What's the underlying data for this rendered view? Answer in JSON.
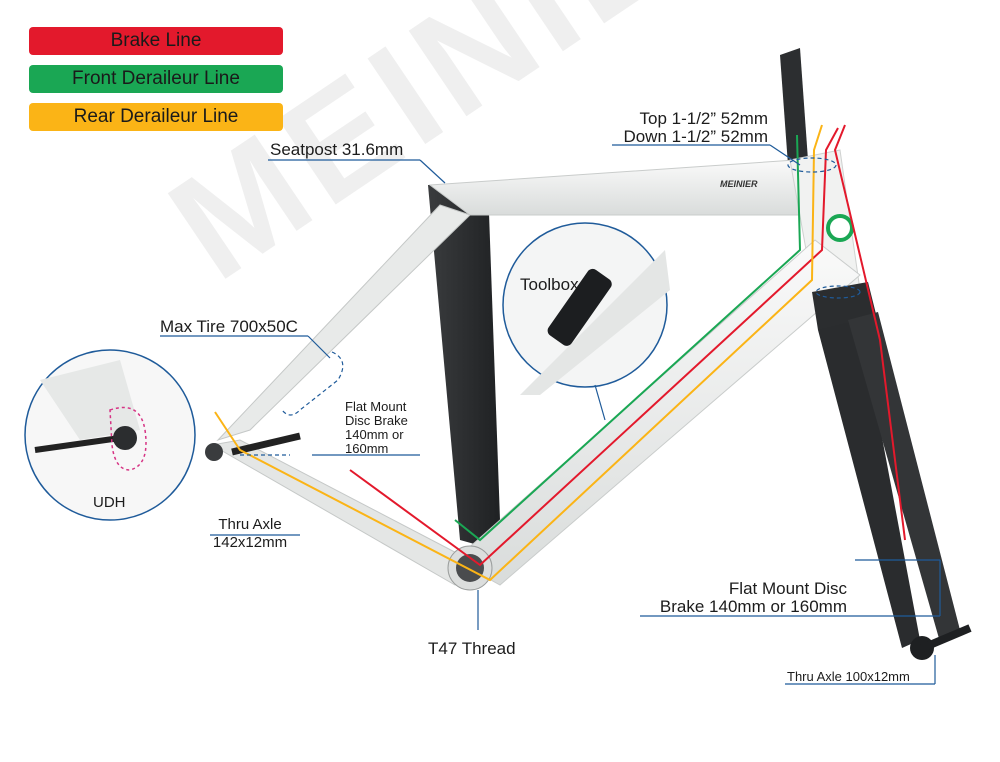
{
  "watermark": "MEINIER",
  "brand_logo": "MEINIER",
  "legend": [
    {
      "label": "Brake Line",
      "color": "#e3192c"
    },
    {
      "label": "Front Deraileur Line",
      "color": "#1aa754"
    },
    {
      "label": "Rear Deraileur Line",
      "color": "#fbb416"
    }
  ],
  "callouts": {
    "headset_top": "Top 1-1/2”  52mm",
    "headset_down": "Down 1-1/2”  52mm",
    "seatpost": "Seatpost 31.6mm",
    "max_tire": "Max Tire 700x50C",
    "toolbox": "Toolbox",
    "rear_brake_line1": "Flat Mount",
    "rear_brake_line2": "Disc Brake",
    "rear_brake_line3": "140mm or",
    "rear_brake_line4": "160mm",
    "udh": "UDH",
    "thru_axle_rear_line1": "Thru Axle",
    "thru_axle_rear_line2": "142x12mm",
    "bottom_bracket": "T47 Thread",
    "front_brake_line1": "Flat Mount Disc",
    "front_brake_line2": "Brake 140mm or 160mm",
    "thru_axle_front": "Thru Axle 100x12mm"
  },
  "colors": {
    "frame_white": "#eef0ef",
    "frame_black": "#2b2d2f",
    "callout_line": "#1f5b9a",
    "brake": "#e3192c",
    "front_derailleur": "#1aa754",
    "rear_derailleur": "#fbb416"
  }
}
